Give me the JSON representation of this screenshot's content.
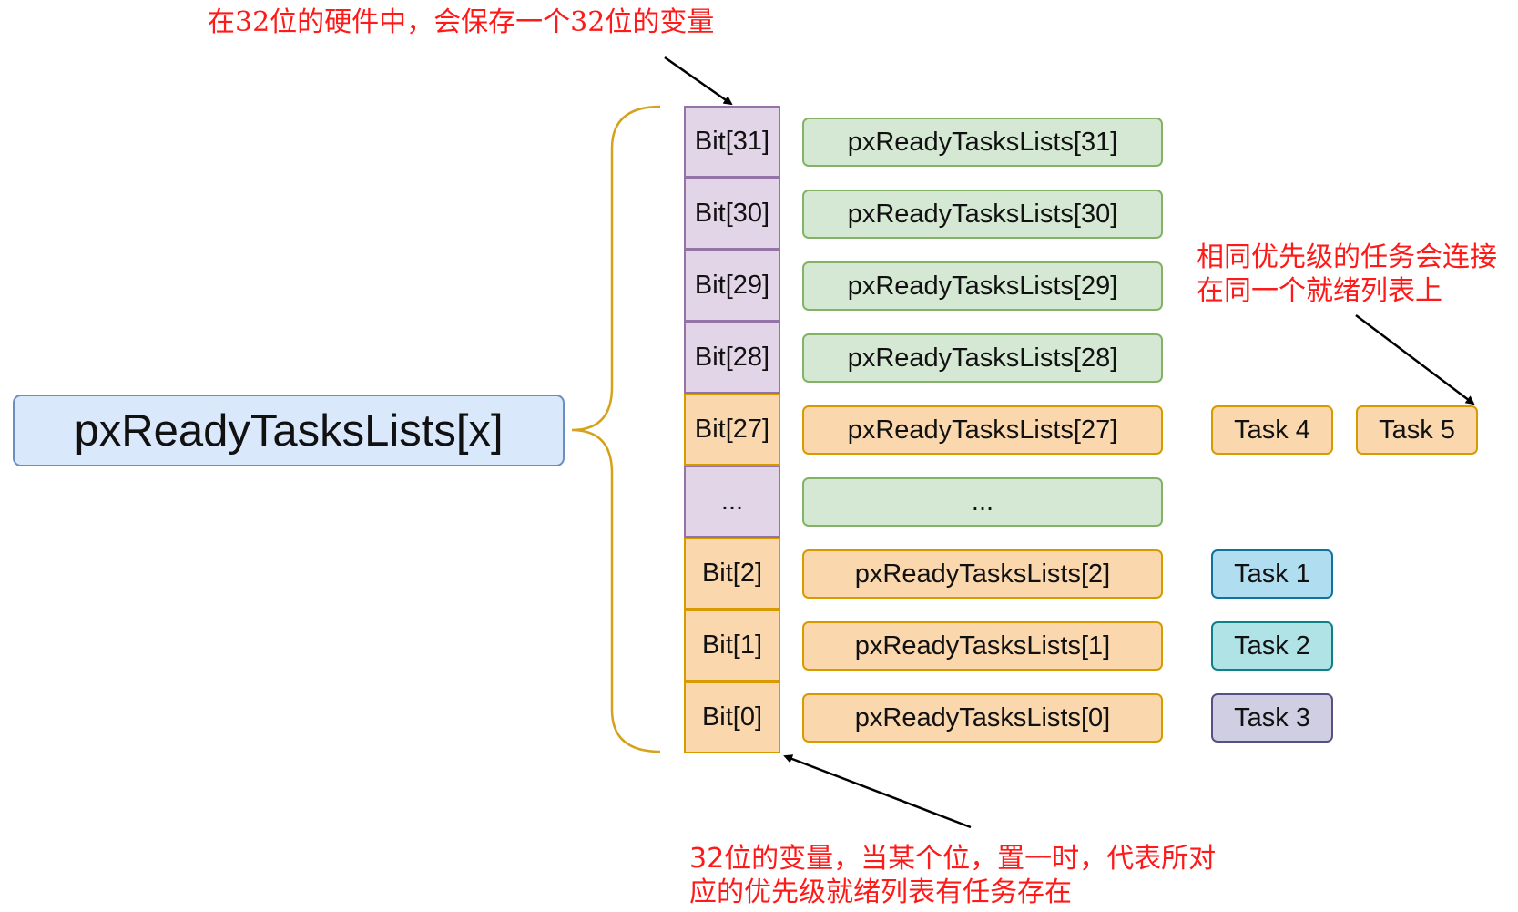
{
  "main_label": "pxReadyTasksLists[x]",
  "bits": [
    "Bit[31]",
    "Bit[30]",
    "Bit[29]",
    "Bit[28]",
    "Bit[27]",
    "...",
    "Bit[2]",
    "Bit[1]",
    "Bit[0]"
  ],
  "lists": [
    "pxReadyTasksLists[31]",
    "pxReadyTasksLists[30]",
    "pxReadyTasksLists[29]",
    "pxReadyTasksLists[28]",
    "pxReadyTasksLists[27]",
    "...",
    "pxReadyTasksLists[2]",
    "pxReadyTasksLists[1]",
    "pxReadyTasksLists[0]"
  ],
  "tasks": {
    "task4": "Task 4",
    "task5": "Task 5",
    "task1": "Task 1",
    "task2": "Task 2",
    "task3": "Task 3"
  },
  "notes": {
    "top": "在32位的硬件中，会保存一个32位的变量",
    "right_line1": "相同优先级的任务会连接",
    "right_line2": "在同一个就绪列表上",
    "bottom_line1": "32位的变量，当某个位，置一时，代表所对",
    "bottom_line2": "应的优先级就绪列表有任务存在"
  },
  "colors": {
    "note_text": "#ff1a1a",
    "brace": "#d6a21c",
    "arrow": "#000000",
    "main_fill": "#dae8fc",
    "main_stroke": "#6c8ebf",
    "bit_unset_fill": "#e1d5e7",
    "bit_unset_stroke": "#9673a6",
    "bit_set_fill": "#fad7ac",
    "bit_set_stroke": "#d79b00",
    "list_empty_fill": "#d5e8d4",
    "list_empty_stroke": "#82b366",
    "task_blue_fill": "#b1ddf0",
    "task_teal_fill": "#b0e3e6",
    "task_lavender_fill": "#d0cee2"
  }
}
